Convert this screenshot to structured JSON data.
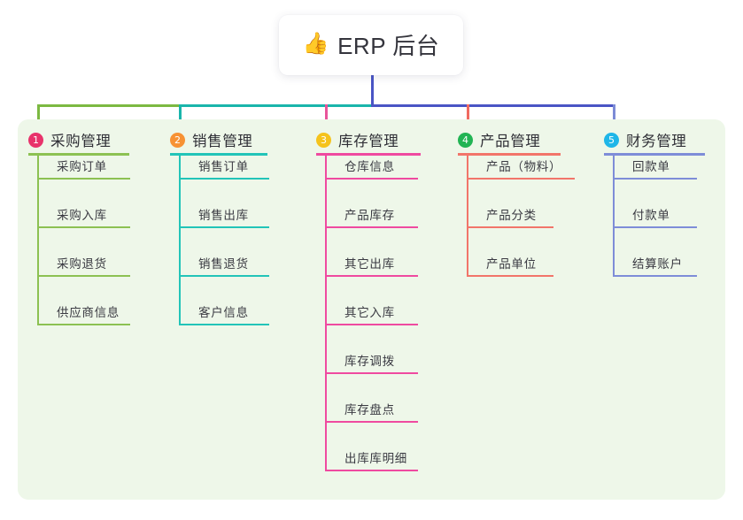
{
  "root": {
    "icon": "thumbs-up-icon",
    "icon_glyph": "👍",
    "title": "ERP 后台"
  },
  "colors": {
    "panel_bg": "#eef7e9",
    "page_bg": "#ffffff",
    "trunk": "#4a55c5",
    "branch_1": "#7cb942",
    "branch_2": "#19b5ab",
    "branch_3": "#e8549a",
    "branch_4": "#f06a60",
    "branch_5": "#7c8bd6",
    "badge_1": "#e8336b",
    "badge_2": "#f79234",
    "badge_3": "#f5c31c",
    "badge_4": "#22b454",
    "badge_5": "#1fb6e8",
    "rule_1": "#8cc152",
    "rule_2": "#22c4b8",
    "rule_3": "#ef4aa0",
    "rule_4": "#f2756a",
    "rule_5": "#7e8dd8",
    "title_text": "#34343c",
    "item_text": "#3a3a42"
  },
  "columns": [
    {
      "index": "1",
      "title": "采购管理",
      "badge_color": "#e8336b",
      "line_color": "#8cc152",
      "items": [
        {
          "label": "采购订单"
        },
        {
          "label": "采购入库"
        },
        {
          "label": "采购退货"
        },
        {
          "label": "供应商信息"
        }
      ]
    },
    {
      "index": "2",
      "title": "销售管理",
      "badge_color": "#f79234",
      "line_color": "#22c4b8",
      "items": [
        {
          "label": "销售订单"
        },
        {
          "label": "销售出库"
        },
        {
          "label": "销售退货"
        },
        {
          "label": "客户信息"
        }
      ]
    },
    {
      "index": "3",
      "title": "库存管理",
      "badge_color": "#f5c31c",
      "line_color": "#ef4aa0",
      "items": [
        {
          "label": "仓库信息"
        },
        {
          "label": "产品库存"
        },
        {
          "label": "其它出库"
        },
        {
          "label": "其它入库"
        },
        {
          "label": "库存调拨"
        },
        {
          "label": "库存盘点"
        },
        {
          "label": "出库库明细"
        }
      ]
    },
    {
      "index": "4",
      "title": "产品管理",
      "badge_color": "#22b454",
      "line_color": "#f2756a",
      "items": [
        {
          "label": "产品（物料）"
        },
        {
          "label": "产品分类"
        },
        {
          "label": "产品单位"
        }
      ]
    },
    {
      "index": "5",
      "title": "财务管理",
      "badge_color": "#1fb6e8",
      "line_color": "#7e8dd8",
      "items": [
        {
          "label": "回款单"
        },
        {
          "label": "付款单"
        },
        {
          "label": "结算账户"
        }
      ]
    }
  ]
}
